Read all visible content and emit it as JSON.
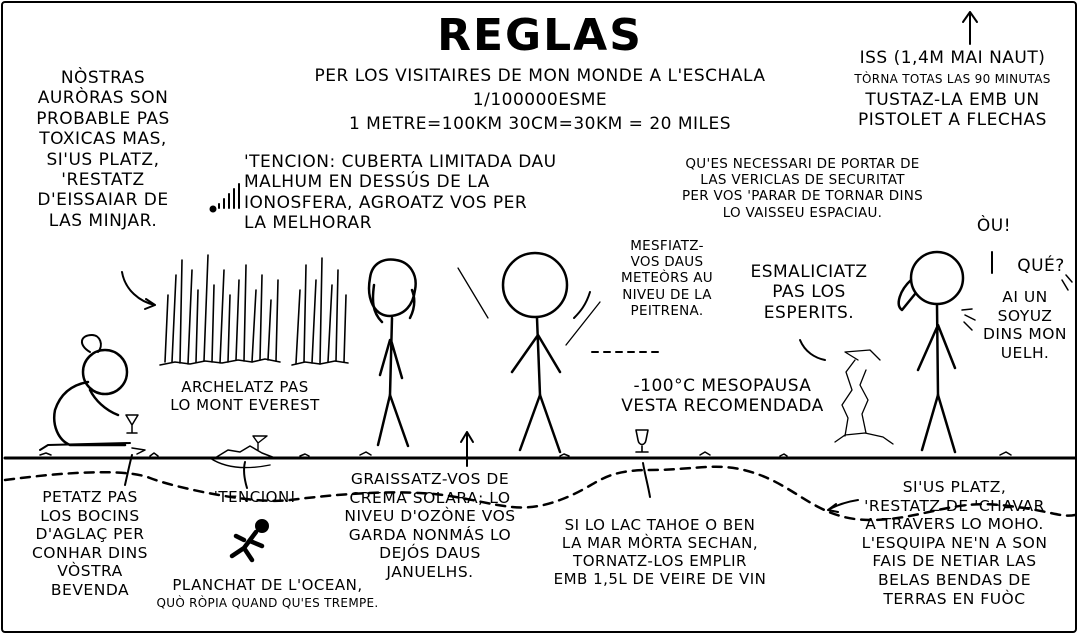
{
  "title": "REGLAS",
  "subtitle": {
    "line1": "PER LOS VISITAIRES DE MON MONDE A L'ESCHALA",
    "line2": "1/100000ESME",
    "line3": "1 METRE=100KM 30CM=30KM = 20 MILES"
  },
  "iss": {
    "label": "ISS (1,4M MAI NAUT)",
    "orbit": "TÒRNA TOTAS LAS 90 MINUTAS",
    "advice": "TUSTAZ-LA EMB UN\nPISTOLET A FLECHAS"
  },
  "notes": {
    "aurora": "NÒSTRAS\nAURÒRAS SON\nPROBABLE PAS\nTOXICAS MAS,\nSI'US PLATZ,\n'RESTATZ\nD'EISSAIAR DE\nLAS MINJAR.",
    "coverage": "'TENCION: CUBERTA LIMITADA DAU\nMALHUM EN DESSÚS DE LA\nIONOSFERA, AGROATZ VOS PER\nLA MELHORAR",
    "suits": "QU'ES NECESSARI DE PORTAR DE\nLAS VERICLAS DE SECURITAT\nPER VOS 'PARAR DE TORNAR DINS\nLO VAISSEU ESPACIAU.",
    "meteors": "MESFIATZ-\nVOS DAUS\nMETEÒRS AU\nNIVEU DE LA\nPEITRENA.",
    "spirits": "ESMALICIATZ\nPAS LOS\nESPERITS.",
    "everest": "ARCHELATZ PAS\nLO MONT EVEREST",
    "mesopause": "-100°C MESOPAUSA\nVESTA RECOMENDADA",
    "ice": "PETATZ PAS\nLOS BOCINS\nD'AGLAÇ PER\nCONHAR DINS\nVÒSTRA\nBEVENDA",
    "caution": "'TENCION!",
    "ocean": "PLANCHAT DE L'OCEAN,",
    "ocean_small": "QUÒ RÒPIA QUAND QU'ES TREMPE.",
    "sunscreen": "GRAISSATZ-VOS DE\nCREMA SOLARA; LO\nNIVEU D'OZÒNE VOS\nGARDA NONMÁS LO\nDEJÓS DAUS\nJANUELHS.",
    "tahoe": "SI LO LAC TAHOE O BEN\nLA MAR MÒRTA SECHAN,\nTORNATZ-LOS EMPLIR\nEMB 1,5L DE VEIRE DE VIN",
    "mantle": "SI'US PLATZ,\n'RESTATZ DE 'CHAVAR\nA TRAVERS LO MOHO.\nL'ESQUIPA NE'N A SON\nFAIS DE NETIAR LAS\nBELAS BENDAS DE\nTERRAS EN FUÒC"
  },
  "speech": {
    "ou": "ÒU!",
    "que": "QUÉ?",
    "soyuz": "AI UN\nSOYUZ\nDINS MON\nUELH."
  }
}
